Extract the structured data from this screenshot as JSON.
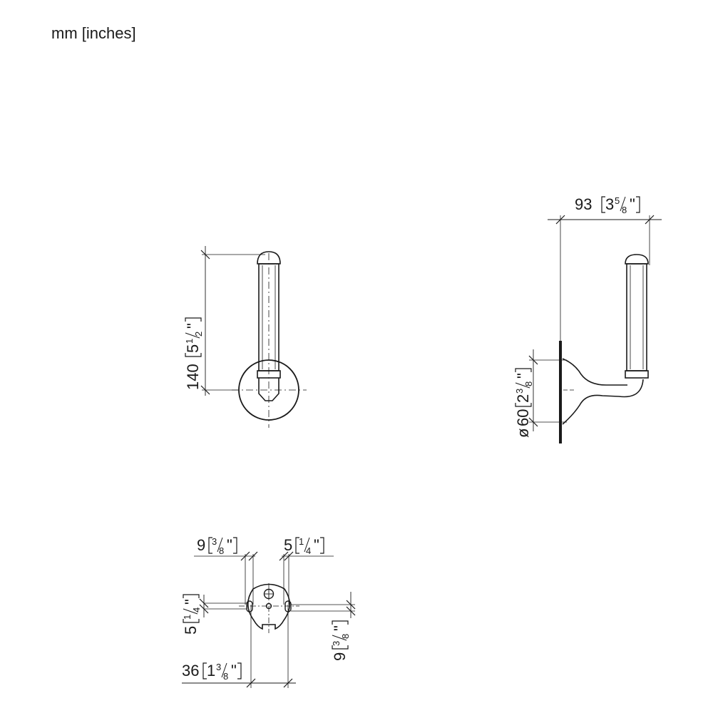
{
  "units_label": "mm [inches]",
  "front_view": {
    "height": {
      "mm": "140",
      "inch_whole": "5",
      "inch_num": "1",
      "inch_den": "2"
    }
  },
  "side_view": {
    "projection": {
      "mm": "93",
      "inch_whole": "3",
      "inch_num": "5",
      "inch_den": "8"
    },
    "rosette_diameter": {
      "symbol": "ø",
      "mm": "60",
      "inch_whole": "2",
      "inch_num": "3",
      "inch_den": "8"
    }
  },
  "mounting_view": {
    "slot_width": {
      "mm": "9",
      "inch_num": "3",
      "inch_den": "8"
    },
    "hole_offset": {
      "mm": "5",
      "inch_num": "1",
      "inch_den": "4"
    },
    "slot_height": {
      "mm": "5",
      "inch_num": "1",
      "inch_den": "4"
    },
    "vertical_offset": {
      "mm": "9",
      "inch_num": "3",
      "inch_den": "8"
    },
    "hole_spacing": {
      "mm": "36",
      "inch_whole": "1",
      "inch_num": "3",
      "inch_den": "8"
    }
  }
}
